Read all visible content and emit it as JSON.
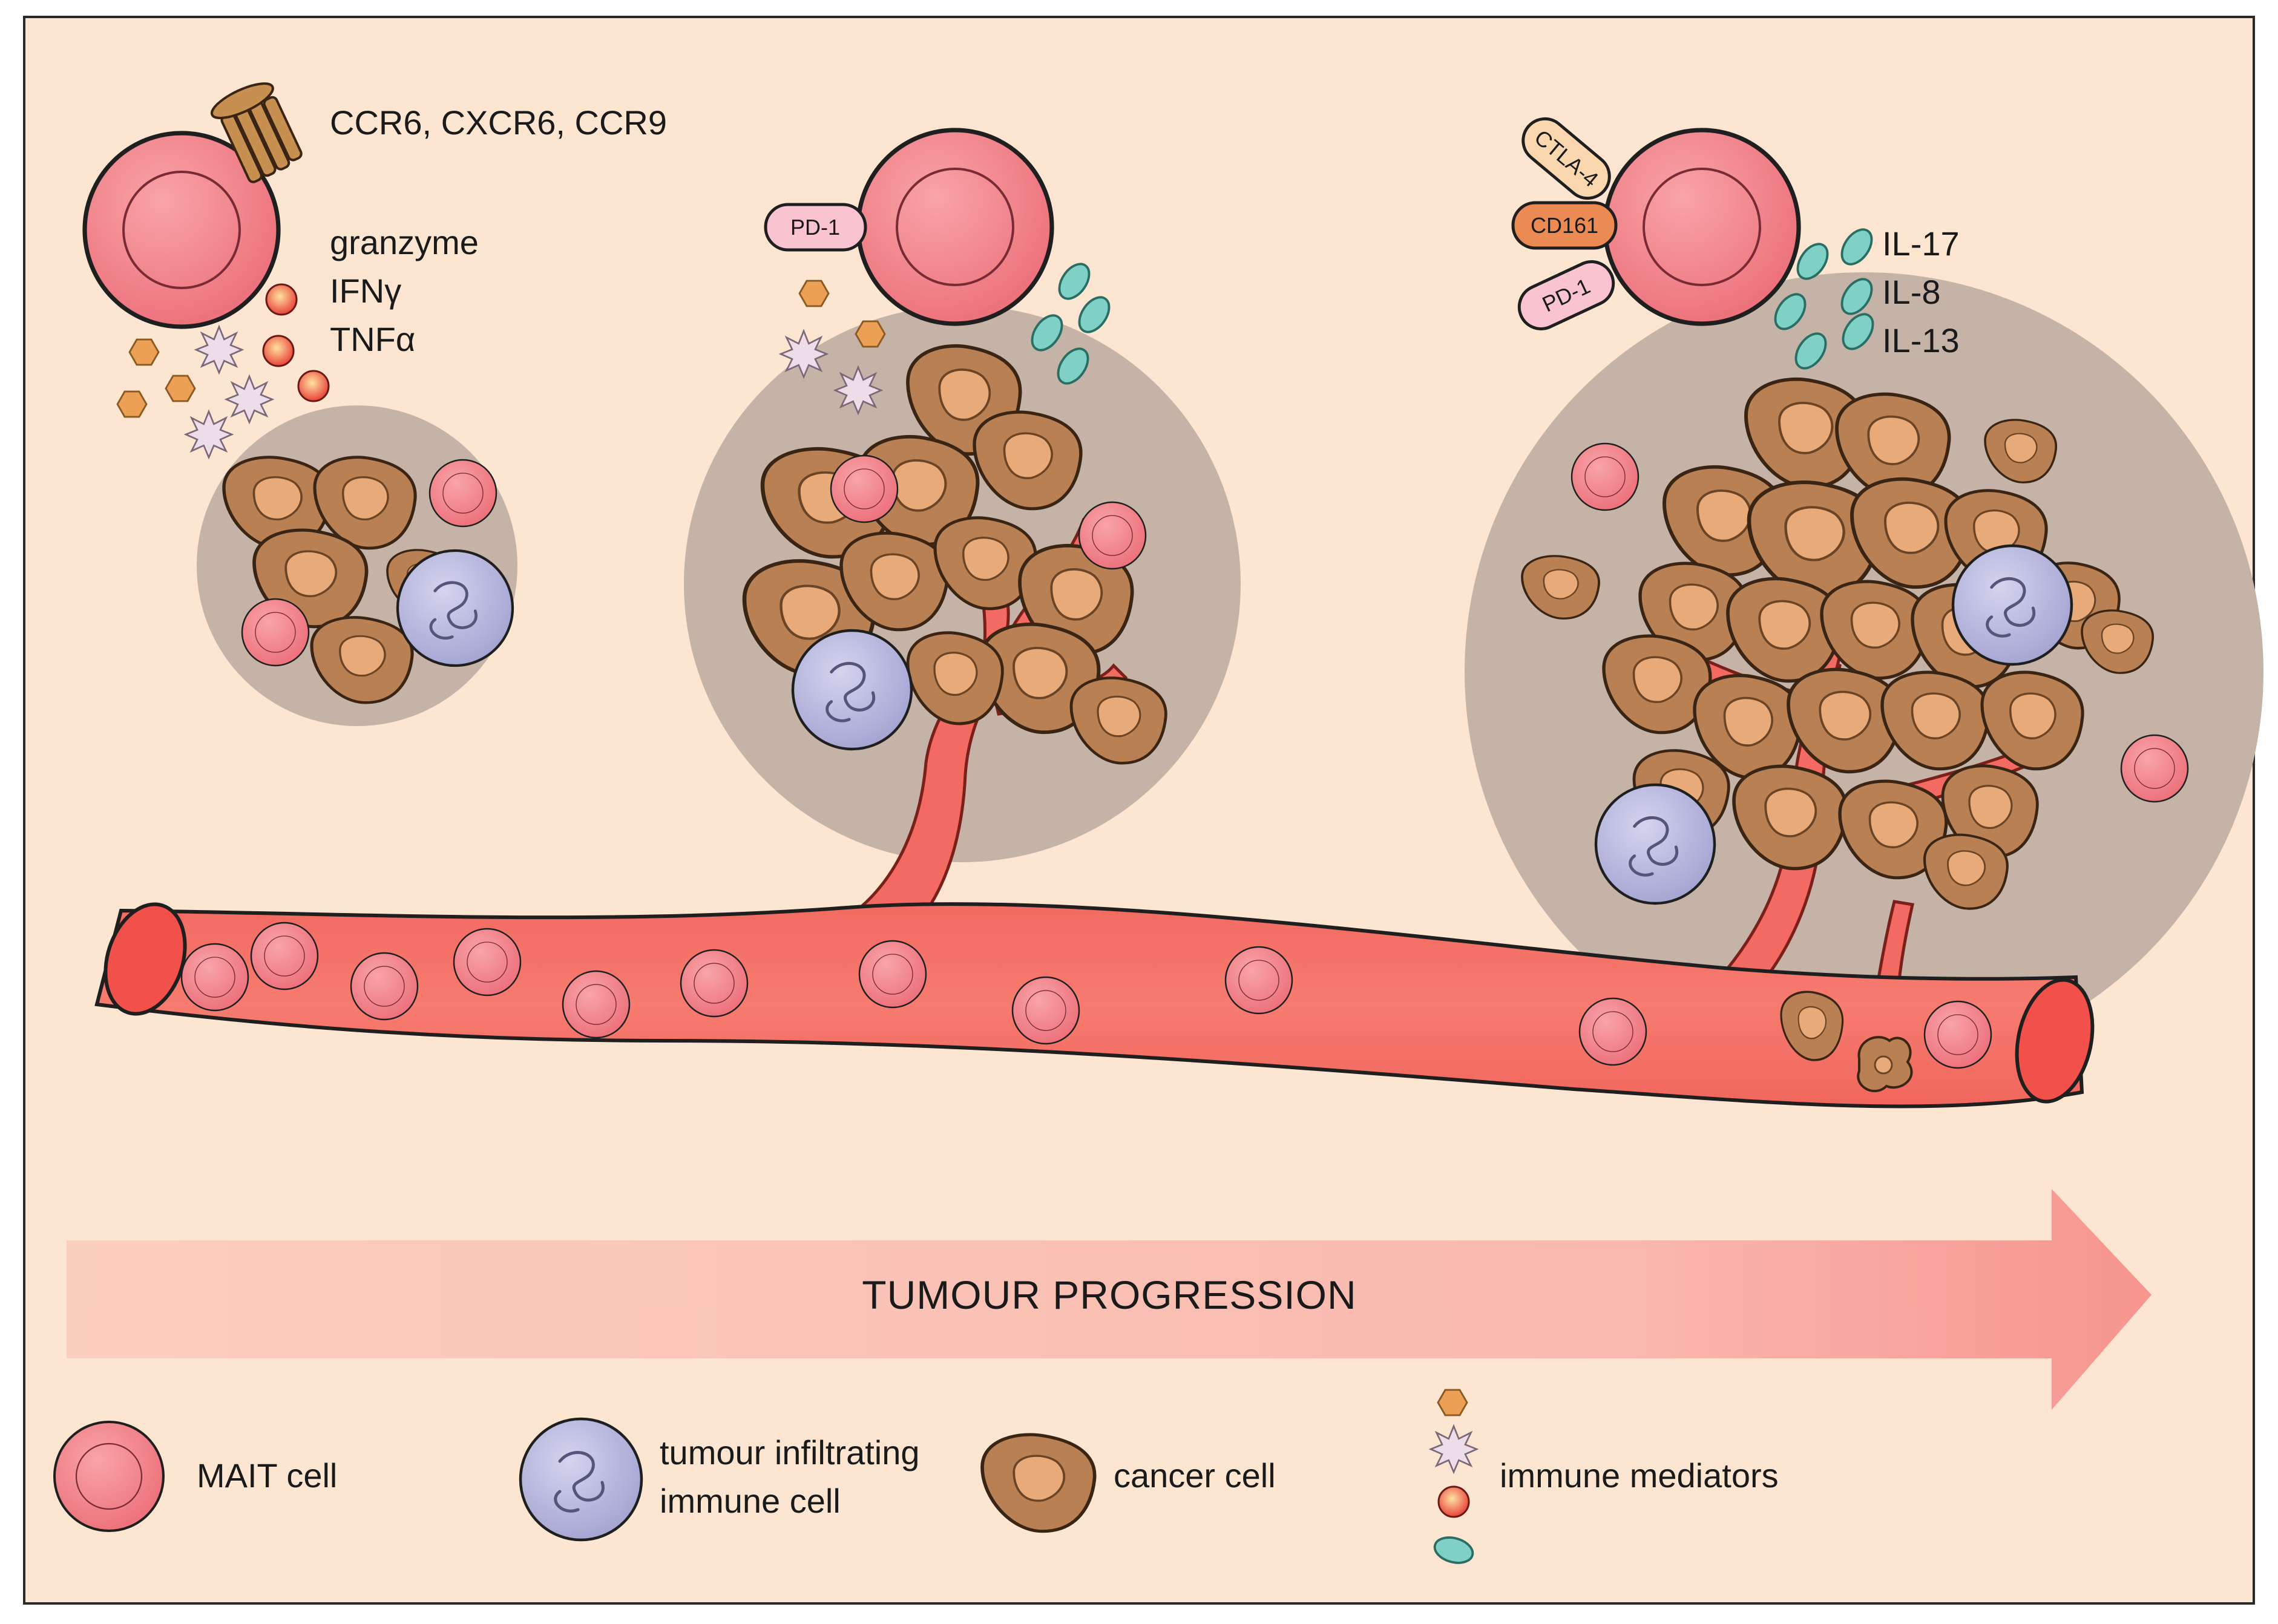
{
  "panel1": {
    "receptors": "CCR6, CXCR6, CCR9",
    "mediators": [
      "granzyme",
      "IFNγ",
      "TNFα"
    ]
  },
  "panel2": {
    "receptor_tag": "PD-1"
  },
  "panel3": {
    "receptor_tags": [
      "CTLA-4",
      "CD161",
      "PD-1"
    ],
    "cytokines": [
      "IL-17",
      "IL-8",
      "IL-13"
    ]
  },
  "progression_label": "TUMOUR PROGRESSION",
  "legend": {
    "mait": "MAIT cell",
    "til_line1": "tumour infiltrating",
    "til_line2": "immune cell",
    "cancer": "cancer cell",
    "mediators": "immune mediators"
  },
  "colors": {
    "background": "#fce6d2",
    "mait_fill": "#f4828a",
    "vessel": "#f56a62",
    "tumour_halo": "#c4b3a6",
    "cancer_cell": "#b98153",
    "cancer_nucleus": "#e8aa78",
    "immune_cell": "#b4b4dc",
    "cytokine_teal": "#7fd0c5",
    "cd161": "#ec8a54",
    "ctla4": "#fbd7b0",
    "pd1": "#f9c3cf"
  },
  "icons": [
    "mait-cell",
    "tumour-infiltrating-immune-cell",
    "cancer-cell",
    "hexagon-mediator",
    "star-mediator",
    "red-granule",
    "teal-cytokine",
    "receptor-bundle"
  ]
}
